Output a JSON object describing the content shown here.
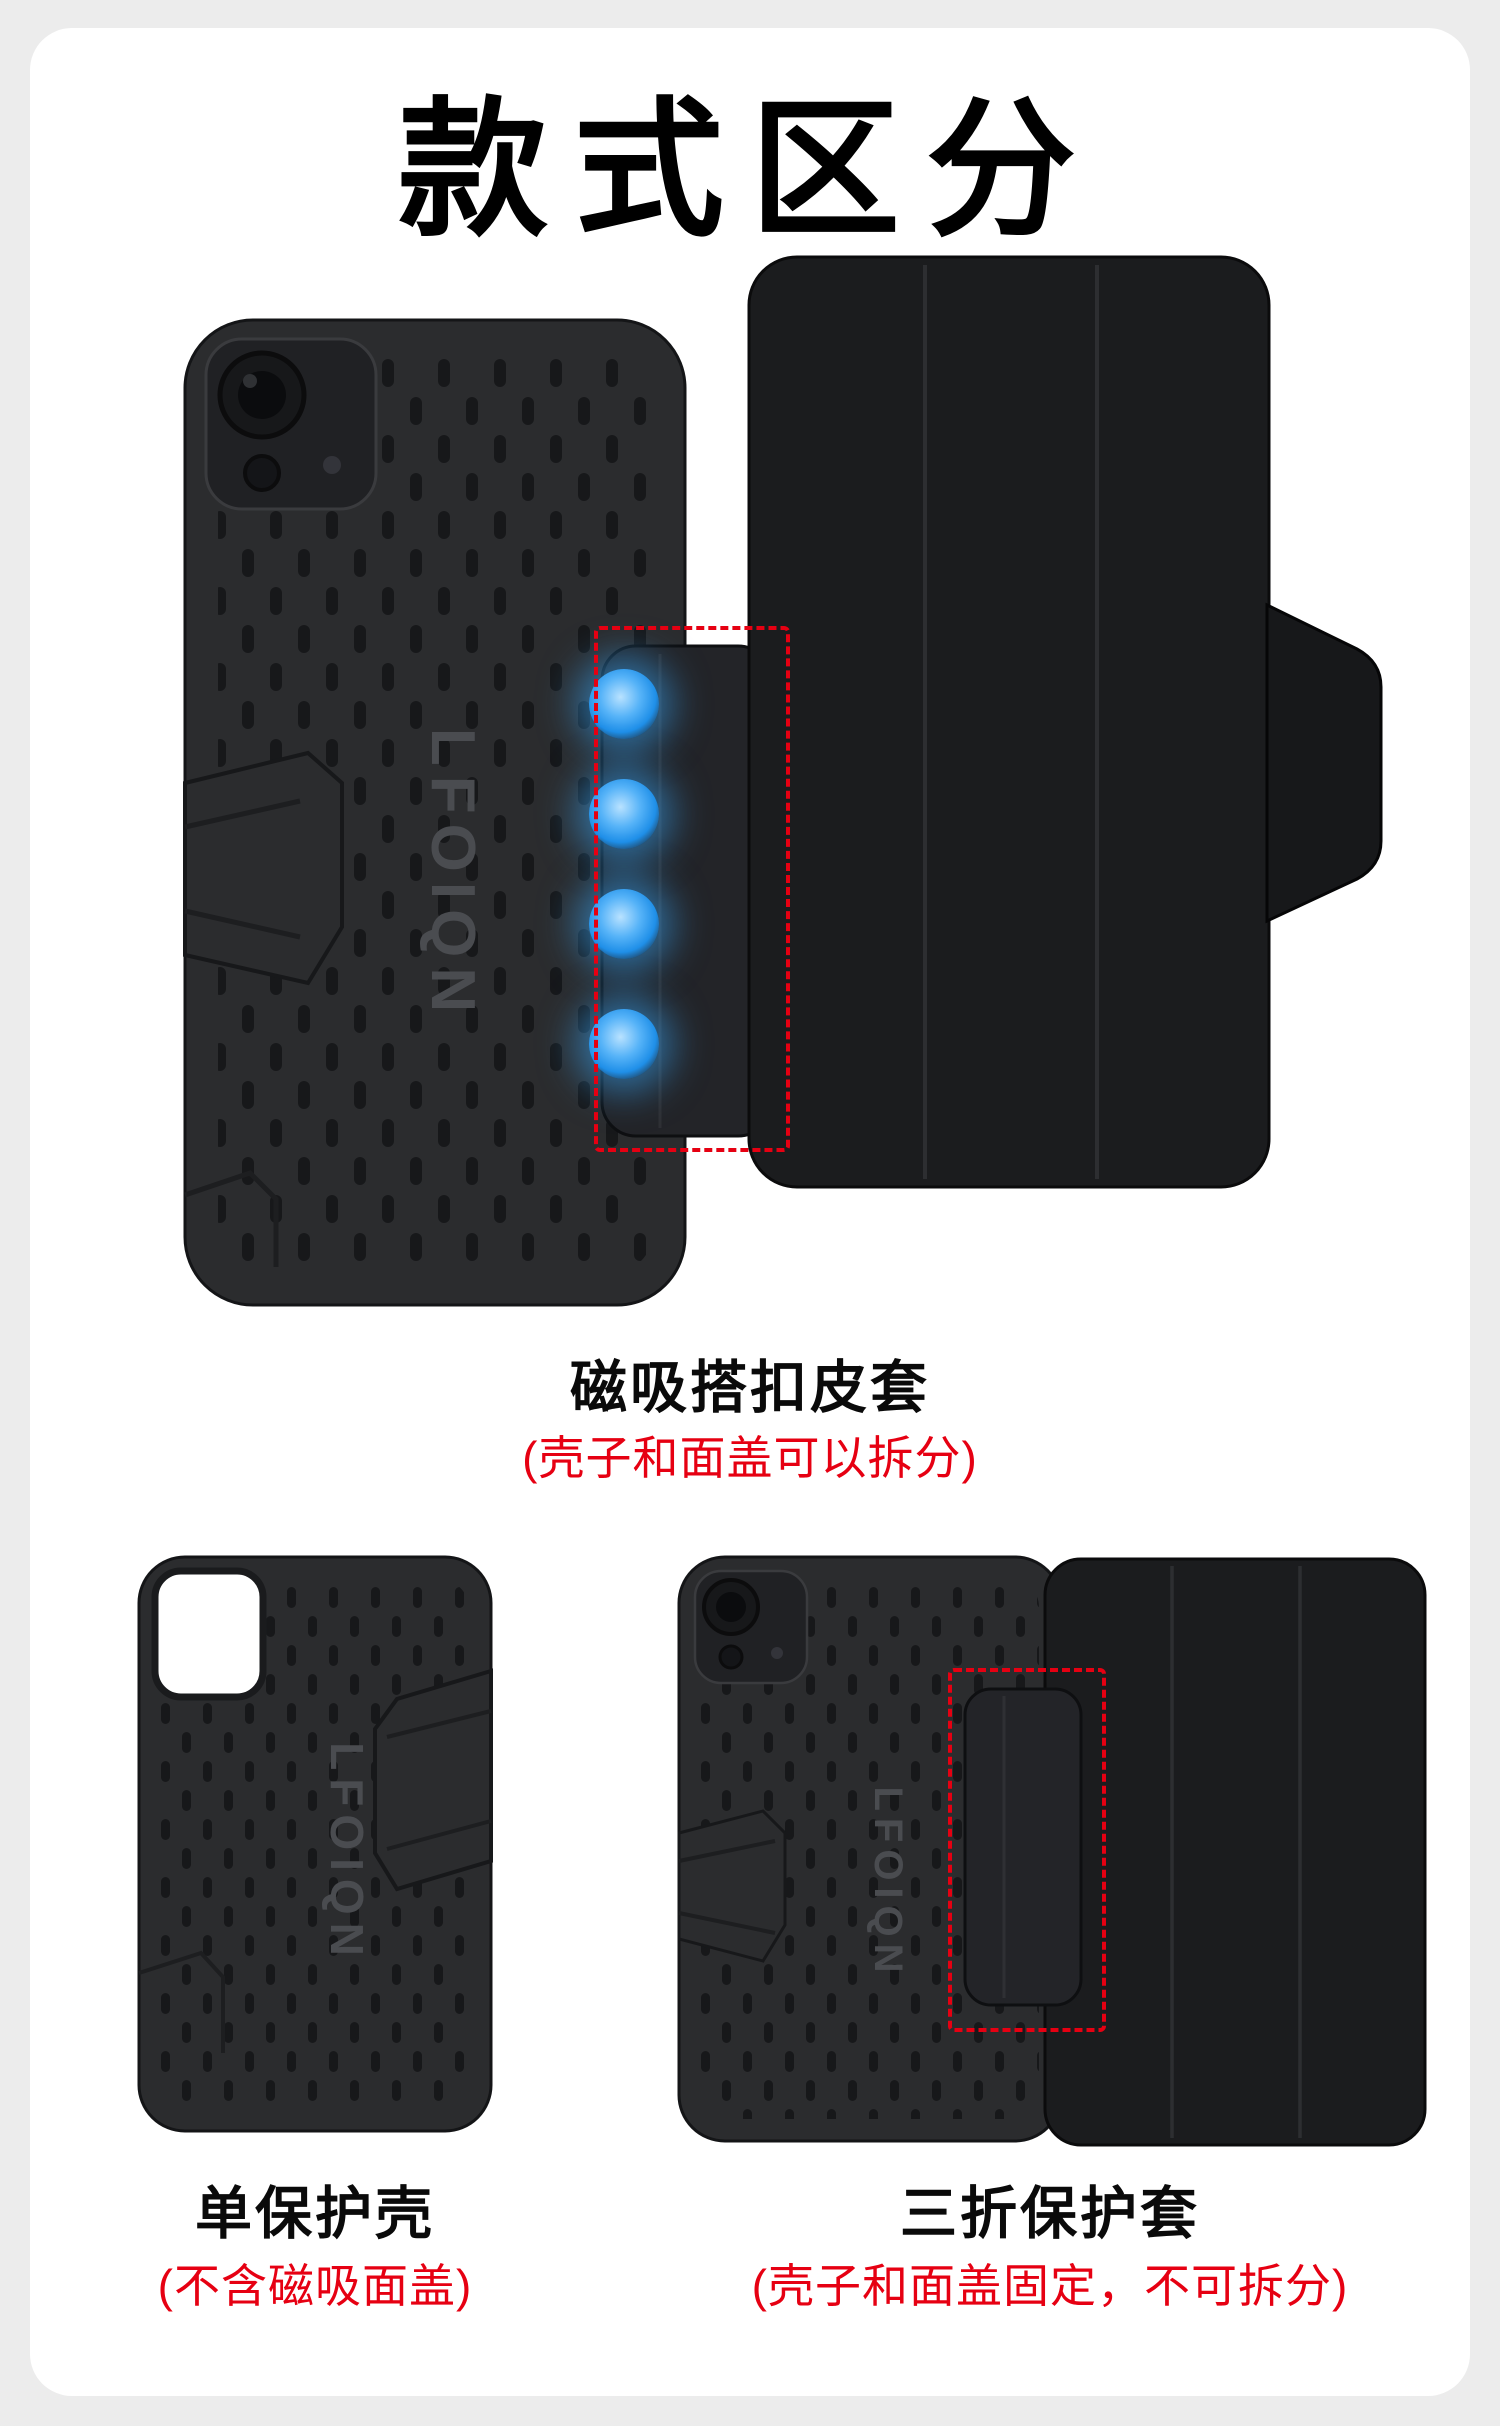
{
  "title": "款式区分",
  "brand": "LFOIQN",
  "products": {
    "magnetic": {
      "caption": "磁吸搭扣皮套",
      "note": "(壳子和面盖可以拆分)"
    },
    "shell": {
      "caption": "单保护壳",
      "note": "(不含磁吸面盖)"
    },
    "trifold": {
      "caption": "三折保护套",
      "note": "(壳子和面盖固定，不可拆分)"
    }
  },
  "colors": {
    "background": "#ececec",
    "card": "#ffffff",
    "case_body": "#2b2c2e",
    "case_slots": "#17181a",
    "cover_body": "#1b1c1e",
    "highlight_red": "#e60012",
    "magnet_blue": "#38a5f6",
    "brand_text": "#4a4c50"
  },
  "callouts": {
    "magnet_dots": 4
  }
}
